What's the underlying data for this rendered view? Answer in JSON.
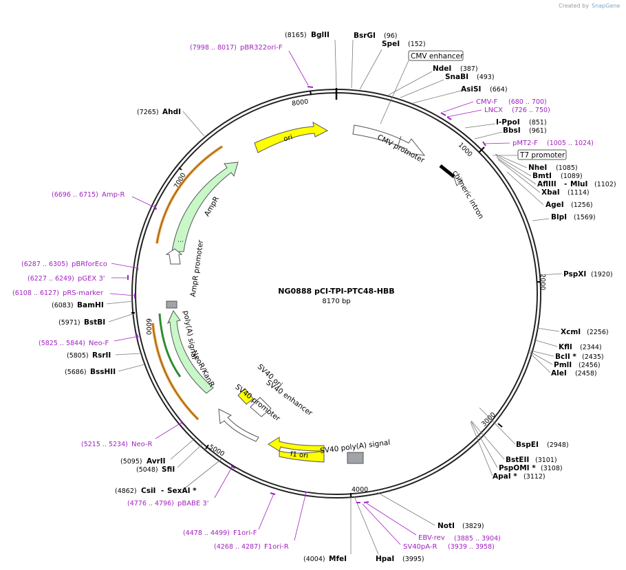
{
  "credit": {
    "prefix": "Created by",
    "brand": "SnapGene"
  },
  "plasmid": {
    "name": "NG0888 pCI-TPI-PTC48-HBB",
    "length": "8170 bp"
  },
  "ticks": [
    "1000",
    "2000",
    "3000",
    "4000",
    "5000",
    "6000",
    "7000",
    "8000"
  ],
  "enzymes": [
    {
      "name": "BglII",
      "pos": "(8165)"
    },
    {
      "name": "BsrGI",
      "pos": "(96)"
    },
    {
      "name": "SpeI",
      "pos": "(152)"
    },
    {
      "name": "NdeI",
      "pos": "(387)"
    },
    {
      "name": "SnaBI",
      "pos": "(493)"
    },
    {
      "name": "AsiSI",
      "pos": "(664)"
    },
    {
      "name": "I-PpoI",
      "pos": "(851)"
    },
    {
      "name": "BbsI",
      "pos": "(961)"
    },
    {
      "name": "NheI",
      "pos": "(1085)"
    },
    {
      "name": "BmtI",
      "pos": "(1089)"
    },
    {
      "name": "AflIII",
      "name2": "MluI",
      "pos": "(1102)"
    },
    {
      "name": "XbaI",
      "pos": "(1114)"
    },
    {
      "name": "AgeI",
      "pos": "(1256)"
    },
    {
      "name": "BlpI",
      "pos": "(1569)"
    },
    {
      "name": "PspXI",
      "pos": "(1920)"
    },
    {
      "name": "XcmI",
      "pos": "(2256)"
    },
    {
      "name": "KflI",
      "pos": "(2344)"
    },
    {
      "name": "BclI *",
      "pos": "(2435)"
    },
    {
      "name": "PmlI",
      "pos": "(2456)"
    },
    {
      "name": "AleI",
      "pos": "(2458)"
    },
    {
      "name": "BspEI",
      "pos": "(2948)"
    },
    {
      "name": "BstEII",
      "pos": "(3101)"
    },
    {
      "name": "PspOMI *",
      "pos": "(3108)"
    },
    {
      "name": "ApaI *",
      "pos": "(3112)"
    },
    {
      "name": "NotI",
      "pos": "(3829)"
    },
    {
      "name": "HpaI",
      "pos": "(3995)"
    },
    {
      "name": "MfeI",
      "pos": "(4004)"
    },
    {
      "name": "CsiI",
      "name2": "SexAI *",
      "pos": "(4862)"
    },
    {
      "name": "SfiI",
      "pos": "(5048)"
    },
    {
      "name": "AvrII",
      "pos": "(5095)"
    },
    {
      "name": "BssHII",
      "pos": "(5686)"
    },
    {
      "name": "RsrII",
      "pos": "(5805)"
    },
    {
      "name": "BstBI",
      "pos": "(5971)"
    },
    {
      "name": "BamHI",
      "pos": "(6083)"
    },
    {
      "name": "AhdI",
      "pos": "(7265)"
    }
  ],
  "primers": [
    {
      "name": "pBR322ori-F",
      "pos": "(7998 .. 8017)"
    },
    {
      "name": "CMV-F",
      "pos": "(680 .. 700)"
    },
    {
      "name": "LNCX",
      "pos": "(726 .. 750)"
    },
    {
      "name": "pMT2-F",
      "pos": "(1005 .. 1024)"
    },
    {
      "name": "EBV-rev",
      "pos": "(3885 .. 3904)"
    },
    {
      "name": "SV40pA-R",
      "pos": "(3939 .. 3958)"
    },
    {
      "name": "F1ori-R",
      "pos": "(4268 .. 4287)"
    },
    {
      "name": "F1ori-F",
      "pos": "(4478 .. 4499)"
    },
    {
      "name": "pBABE 3'",
      "pos": "(4776 .. 4796)"
    },
    {
      "name": "Neo-R",
      "pos": "(5215 .. 5234)"
    },
    {
      "name": "Neo-F",
      "pos": "(5825 .. 5844)"
    },
    {
      "name": "pRS-marker",
      "pos": "(6108 .. 6127)"
    },
    {
      "name": "pGEX 3'",
      "pos": "(6227 .. 6249)"
    },
    {
      "name": "pBRforEco",
      "pos": "(6287 .. 6305)"
    },
    {
      "name": "Amp-R",
      "pos": "(6696 .. 6715)"
    }
  ],
  "boxed_features": [
    "CMV enhancer",
    "T7 promoter"
  ],
  "features": [
    "ori",
    "CMV promoter",
    "chimeric intron",
    "AmpR",
    "AmpR promoter",
    "poly(A) signal",
    "NeoR/KanR",
    "SV40 ori",
    "SV40 enhancer",
    "SV40 promoter",
    "f1 ori",
    "SV40 poly(A) signal"
  ],
  "colors": {
    "primer": "#a020c0",
    "ori": "#ffff00",
    "resistance": "#c8f7c8",
    "orange": "#e8a040",
    "green": "#2e8b2e",
    "grey": "#a0a4a8"
  }
}
